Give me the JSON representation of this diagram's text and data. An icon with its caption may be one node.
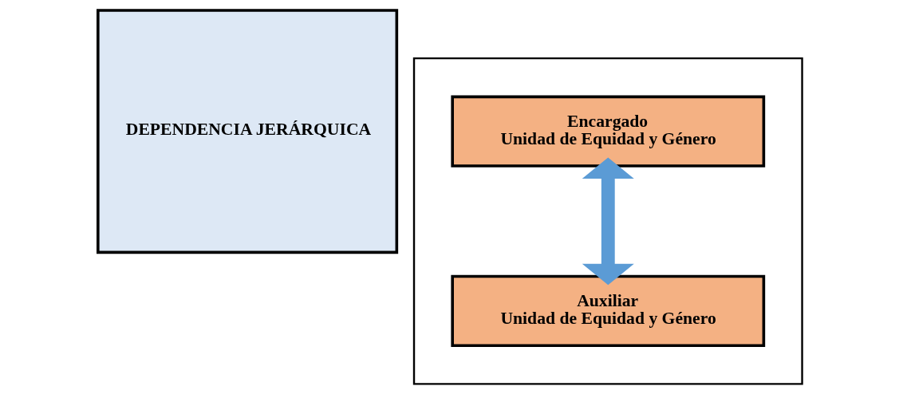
{
  "diagram": {
    "nodes": [
      {
        "text": [
          "DEPENDENCIA JERÁRQUICA"
        ]
      },
      {
        "text": [],
        "shape": "box"
      },
      {
        "text": [
          "Encargado",
          "Unidad de Equidad y Género"
        ],
        "in": 1
      },
      {
        "text": [
          "Auxiliar",
          "Unidad de Equidad y Género"
        ],
        "in": 1
      }
    ],
    "edges": [
      {
        "from": 2,
        "to": 3,
        "arrow": "both",
        "color": "#5b9bd5"
      }
    ]
  }
}
